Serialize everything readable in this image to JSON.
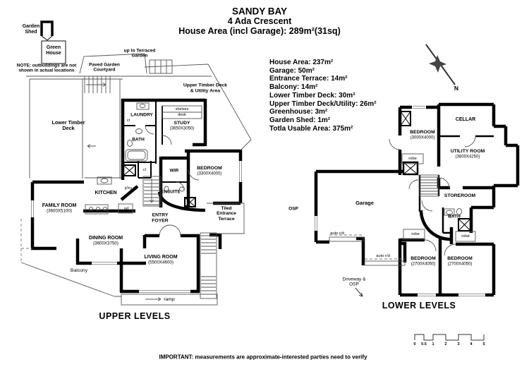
{
  "page": {
    "title_line1": "SANDY BAY",
    "title_line2": "4 Ada Crescent",
    "title_line3": "House Area (incl Garage): 289m²(31sq)",
    "disclaimer": "IMPORTANT: measurements are approximate-interested parties need to verify"
  },
  "colors": {
    "ink": "#000000",
    "paper": "#ffffff"
  },
  "area_summary": {
    "items": [
      "House Area: 237m²",
      "Garage: 50m²",
      "Entrance Terrace: 14m²",
      "Balcony: 14m²",
      "Lower Timber Deck: 30m²",
      "Upper Timber Deck/Utility: 26m²",
      "Greenhouse: 3m²",
      "Garden Shed: 1m²",
      "Totla Usable Area: 375m²"
    ]
  },
  "outbuildings": {
    "garden_shed": "Garden Shed",
    "green_house": "Green House",
    "note": "NOTE: outbuildings are not shown in actual locations"
  },
  "compass": {
    "north": "N"
  },
  "scale_bar": {
    "ticks": [
      "0",
      "0.5",
      "1",
      "2",
      "3",
      "4",
      "5"
    ]
  },
  "upper_plan": {
    "section_label": "UPPER LEVELS",
    "up_to_terraced_garden": "up to Terraced Garden",
    "paved_garden_courtyard": "Paved Garden Courtyard",
    "upper_timber_deck": "Upper Timber Deck & Utility Area",
    "lower_timber_deck": "Lower Timber Deck",
    "laundry": "LAUNDRY",
    "bath": "BATH",
    "closet1": "cl",
    "closet2": "cl",
    "shelves": "shelves",
    "desk": "desk",
    "study": {
      "name": "STUDY",
      "dims": "(3650X3050)"
    },
    "wir": "WIR",
    "bedroom": {
      "name": "BEDROOM",
      "dims": "(3300X4000)"
    },
    "ensuite": "ENSUITE",
    "pantry": "p'try",
    "kitchen": "KITCHEN",
    "fridge": "ref",
    "family_room": {
      "name": "FAMILY ROOM",
      "dims": "(3600X5100)"
    },
    "dining_room": {
      "name": "DINING ROOM",
      "dims": "(3600X3750)"
    },
    "balcony": "Balcony",
    "living_room": {
      "name": "LIVING ROOM",
      "dims": "(5500X4600)"
    },
    "entry_foyer": "ENTRY FOYER",
    "tiled_entrance_terrace": "Tiled Entrance Terrace",
    "ramp": "ramp"
  },
  "lower_plan": {
    "section_label": "LOWER LEVELS",
    "bedroom_upper": {
      "name": "BEDROOM",
      "dims": "(3000X4000)"
    },
    "cellar": "CELLAR",
    "utility_room": {
      "name": "UTILITY ROOM",
      "dims": "(3800X4250)"
    },
    "robe1": "robe",
    "robe2": "robe",
    "robe3": "robe",
    "garage": "Garage",
    "osp": "OSP",
    "auto_rd1": "auto r/d",
    "auto_rd2": "auto r/d",
    "storeroom": "STOREROOM",
    "bath": "BATH",
    "bedroom_left": {
      "name": "BEDROOM",
      "dims": "(2700X4050)"
    },
    "bedroom_right": {
      "name": "BEDROOM",
      "dims": "(2700X4050)"
    },
    "driveway_osp": "Driveway & OSP"
  }
}
